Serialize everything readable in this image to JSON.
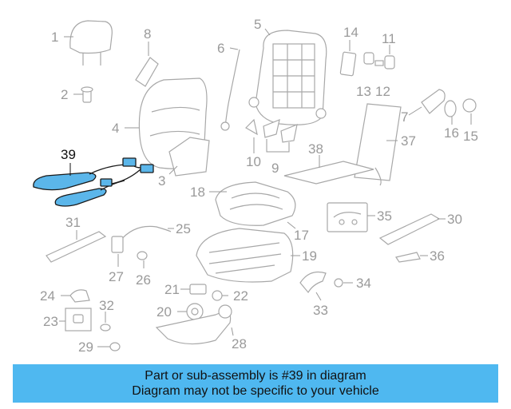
{
  "diagram": {
    "highlighted_part": "39",
    "part_numbers": [
      "1",
      "2",
      "3",
      "4",
      "5",
      "6",
      "7",
      "8",
      "9",
      "10",
      "11",
      "12",
      "13",
      "14",
      "15",
      "16",
      "17",
      "18",
      "19",
      "20",
      "21",
      "22",
      "23",
      "24",
      "25",
      "26",
      "27",
      "28",
      "29",
      "30",
      "31",
      "32",
      "33",
      "34",
      "35",
      "36",
      "37",
      "38",
      "39"
    ]
  },
  "banner": {
    "line1": "Part or sub-assembly is #39 in diagram",
    "line2": "Diagram may not be specific to your vehicle"
  },
  "colors": {
    "highlight_fill": "#5bb6ea",
    "banner_bg": "#4fb8f0",
    "part_stroke": "#a8a8a8",
    "label_gray": "#9a9a9a"
  }
}
